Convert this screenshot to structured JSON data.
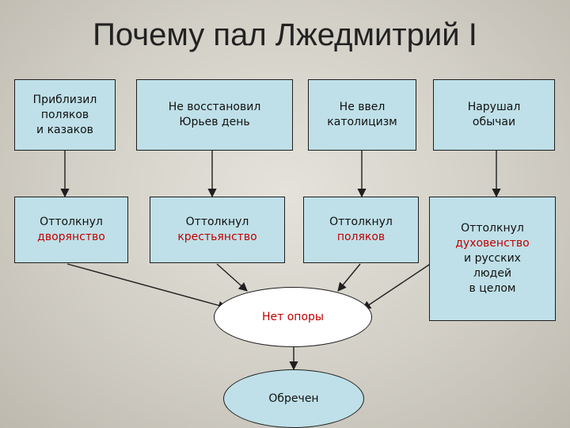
{
  "title": "Почему пал Лжедмитрий I",
  "causes": [
    {
      "lines": [
        "Приблизил",
        "поляков",
        "и казаков"
      ]
    },
    {
      "lines": [
        "Не восстановил",
        "Юрьев день"
      ]
    },
    {
      "lines": [
        "Не ввел",
        "католицизм"
      ]
    },
    {
      "lines": [
        "Нарушал",
        "обычаи"
      ]
    }
  ],
  "effects": [
    {
      "verb": "Оттолкнул",
      "object": "дворянство",
      "extra": []
    },
    {
      "verb": "Оттолкнул",
      "object": "крестьянство",
      "extra": []
    },
    {
      "verb": "Оттолкнул",
      "object": "поляков",
      "extra": []
    },
    {
      "verb": "Оттолкнул",
      "object": "духовенство",
      "extra": [
        "и русских",
        "людей",
        "в целом"
      ]
    }
  ],
  "result": "Нет опоры",
  "outcome": "Обречен",
  "colors": {
    "box_fill": "#bfe0e8",
    "highlight_text": "#c00000",
    "border": "#1e1e1e"
  }
}
